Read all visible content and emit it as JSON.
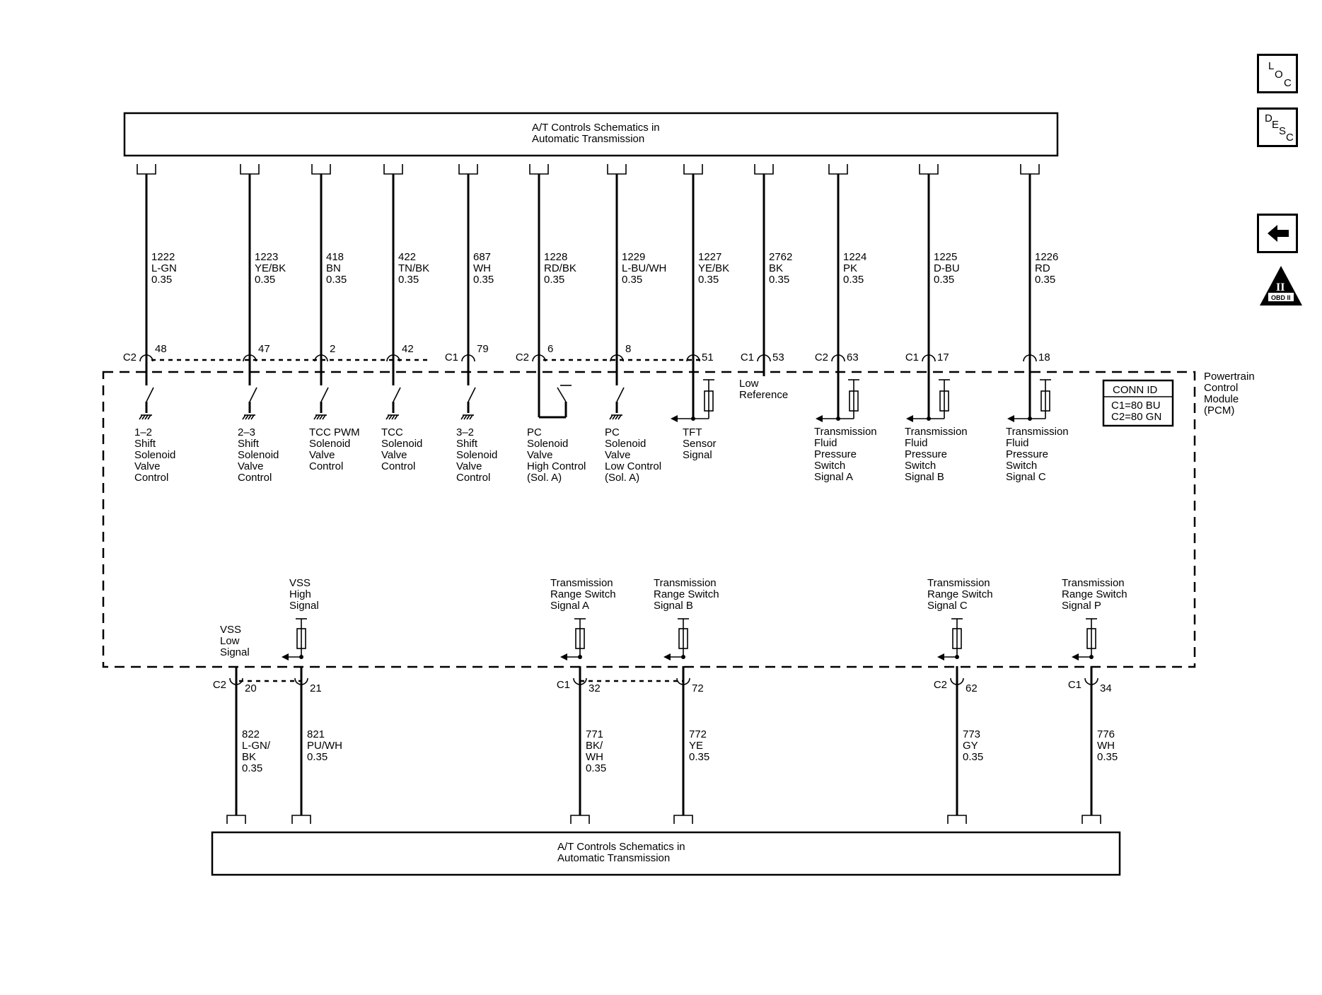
{
  "top_box": {
    "line1": "A/T Controls Schematics in",
    "line2": "Automatic Transmission"
  },
  "bottom_box": {
    "line1": "A/T Controls Schematics in",
    "line2": "Automatic Transmission"
  },
  "module": {
    "name": [
      "Powertrain",
      "Control",
      "Module",
      "(PCM)"
    ]
  },
  "conn_id": {
    "title": "CONN ID",
    "c1": "C1=80 BU",
    "c2": "C2=80 GN"
  },
  "side_nav": {
    "loc": [
      "L",
      "O",
      "C"
    ],
    "desc": [
      "D",
      "E",
      "S",
      "C"
    ],
    "obd": {
      "top": "II",
      "bottom": "OBD II"
    }
  },
  "top_circuits": [
    {
      "circuit": "1222",
      "color": "L-GN",
      "gauge": "0.35",
      "connector": "C2",
      "pin": "48",
      "label": [
        "1–2",
        "Shift",
        "Solenoid",
        "Valve",
        "Control"
      ],
      "type": "switch"
    },
    {
      "circuit": "1223",
      "color": "YE/BK",
      "gauge": "0.35",
      "connector": "",
      "pin": "47",
      "label": [
        "2–3",
        "Shift",
        "Solenoid",
        "Valve",
        "Control"
      ],
      "type": "switch"
    },
    {
      "circuit": "418",
      "color": "BN",
      "gauge": "0.35",
      "connector": "",
      "pin": "2",
      "label": [
        "TCC PWM",
        "Solenoid",
        "Valve",
        "Control"
      ],
      "type": "switch"
    },
    {
      "circuit": "422",
      "color": "TN/BK",
      "gauge": "0.35",
      "connector": "",
      "pin": "42",
      "label": [
        "TCC",
        "Solenoid",
        "Valve",
        "Control"
      ],
      "type": "switch"
    },
    {
      "circuit": "687",
      "color": "WH",
      "gauge": "0.35",
      "connector": "C1",
      "pin": "79",
      "label": [
        "3–2",
        "Shift",
        "Solenoid",
        "Valve",
        "Control"
      ],
      "type": "switch"
    },
    {
      "circuit": "1228",
      "color": "RD/BK",
      "gauge": "0.35",
      "connector": "C2",
      "pin": "6",
      "label": [
        "PC",
        "Solenoid",
        "Valve",
        "High Control",
        "(Sol. A)"
      ],
      "type": "high"
    },
    {
      "circuit": "1229",
      "color": "L-BU/WH",
      "gauge": "0.35",
      "connector": "",
      "pin": "8",
      "label": [
        "PC",
        "Solenoid",
        "Valve",
        "Low Control",
        "(Sol. A)"
      ],
      "type": "switch"
    },
    {
      "circuit": "1227",
      "color": "YE/BK",
      "gauge": "0.35",
      "connector": "",
      "pin": "51",
      "label": [
        "TFT",
        "Sensor",
        "Signal"
      ],
      "type": "sensor"
    },
    {
      "circuit": "2762",
      "color": "BK",
      "gauge": "0.35",
      "connector": "C1",
      "pin": "53",
      "label": [
        "Low",
        "Reference"
      ],
      "type": "ref"
    },
    {
      "circuit": "1224",
      "color": "PK",
      "gauge": "0.35",
      "connector": "C2",
      "pin": "63",
      "label": [
        "Transmission",
        "Fluid",
        "Pressure",
        "Switch",
        "Signal A"
      ],
      "type": "sensor"
    },
    {
      "circuit": "1225",
      "color": "D-BU",
      "gauge": "0.35",
      "connector": "C1",
      "pin": "17",
      "label": [
        "Transmission",
        "Fluid",
        "Pressure",
        "Switch",
        "Signal B"
      ],
      "type": "sensor"
    },
    {
      "circuit": "1226",
      "color": "RD",
      "gauge": "0.35",
      "connector": "",
      "pin": "18",
      "label": [
        "Transmission",
        "Fluid",
        "Pressure",
        "Switch",
        "Signal C"
      ],
      "type": "sensor"
    }
  ],
  "bottom_circuits": [
    {
      "circuit": "822",
      "color": [
        "L-GN/",
        "BK"
      ],
      "gauge": "0.35",
      "connector": "C2",
      "pin": "20",
      "label": [
        "VSS",
        "Low",
        "Signal"
      ]
    },
    {
      "circuit": "821",
      "color": [
        "PU/WH"
      ],
      "gauge": "0.35",
      "connector": "",
      "pin": "21",
      "label": [
        "VSS",
        "High",
        "Signal"
      ]
    },
    {
      "circuit": "771",
      "color": [
        "BK/",
        "WH"
      ],
      "gauge": "0.35",
      "connector": "C1",
      "pin": "32",
      "label": [
        "Transmission",
        "Range Switch",
        "Signal A"
      ]
    },
    {
      "circuit": "772",
      "color": [
        "YE"
      ],
      "gauge": "0.35",
      "connector": "",
      "pin": "72",
      "label": [
        "Transmission",
        "Range Switch",
        "Signal B"
      ]
    },
    {
      "circuit": "773",
      "color": [
        "GY"
      ],
      "gauge": "0.35",
      "connector": "C2",
      "pin": "62",
      "label": [
        "Transmission",
        "Range Switch",
        "Signal C"
      ]
    },
    {
      "circuit": "776",
      "color": [
        "WH"
      ],
      "gauge": "0.35",
      "connector": "C1",
      "pin": "34",
      "label": [
        "Transmission",
        "Range Switch",
        "Signal P"
      ]
    }
  ]
}
